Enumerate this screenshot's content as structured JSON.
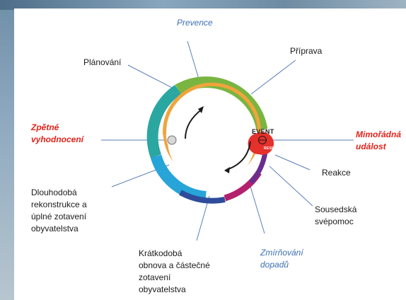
{
  "labels": {
    "prevence": "Prevence",
    "priprava": "Příprava",
    "planovani": "Plánování",
    "zpetne": "Zpětné\nvyhodnocení",
    "mimoradna": "Mimořádná\nudálost",
    "reakce": "Reakce",
    "sousedska": "Sousedská\nsvépomoc",
    "zmirnovani": "Zmírňování\ndopadů",
    "kratkodoba": "Krátkodobá\nobnova a částečné\nzotavení\nobyvatelstva",
    "dlouhodoba": "Dlouhodobá\nrekonstrukce a\núplné zotavení\nobyvatelstva"
  },
  "event_text": "EVENT",
  "response_text": "RESPONSE",
  "colors": {
    "label_red": "#e0231b",
    "label_blue": "#3d6fb5",
    "ring_green": "#79b540",
    "ring_teal": "#2aa7a0",
    "ring_blue": "#27a4d8",
    "ring_orange": "#f0a43c",
    "ring_red": "#e5302b",
    "ring_purple": "#6a2f8e",
    "ring_magenta": "#b3206c",
    "ring_navy": "#2e4c9a"
  }
}
